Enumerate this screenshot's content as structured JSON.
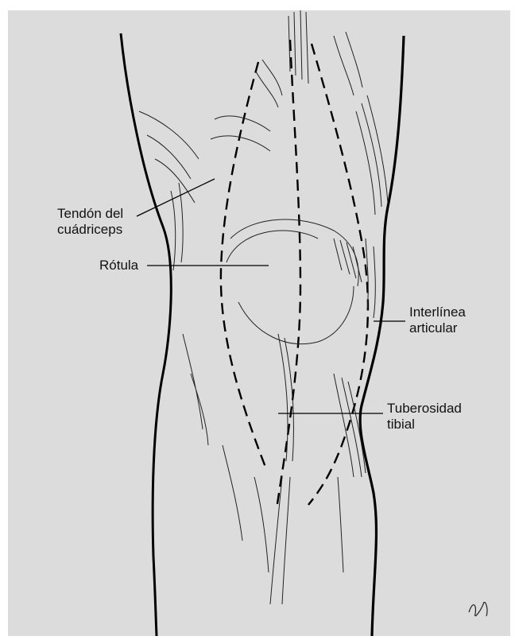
{
  "labels": {
    "quadriceps_tendon_line1": "Tendón del",
    "quadriceps_tendon_line2": "cuádriceps",
    "patella": "Rótula",
    "joint_line_line1": "Interlínea",
    "joint_line_line2": "articular",
    "tibial_tuberosity_line1": "Tuberosidad",
    "tibial_tuberosity_line2": "tibial"
  },
  "colors": {
    "background": "#dcdcdc",
    "ink": "#111111"
  }
}
